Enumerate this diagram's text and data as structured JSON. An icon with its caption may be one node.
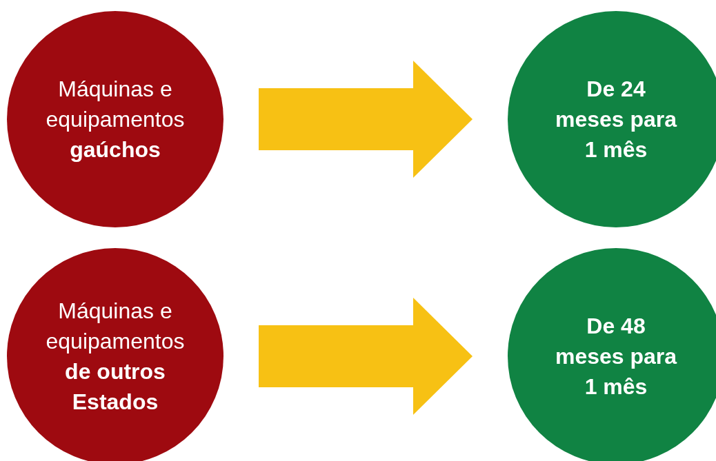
{
  "diagram": {
    "nodes": [
      {
        "text": [
          "Máquinas e equipamentos **gaúchos**"
        ]
      },
      {
        "text": [
          "De 24 meses para 1 mês"
        ]
      },
      {
        "text": [
          "Máquinas e equipamentos **de outros Estados**"
        ]
      },
      {
        "text": [
          "De 48 meses para 1 mês"
        ]
      }
    ],
    "edges": [
      {
        "from": 0,
        "to": 1,
        "arrow": "to"
      },
      {
        "from": 2,
        "to": 3,
        "arrow": "to"
      }
    ]
  }
}
